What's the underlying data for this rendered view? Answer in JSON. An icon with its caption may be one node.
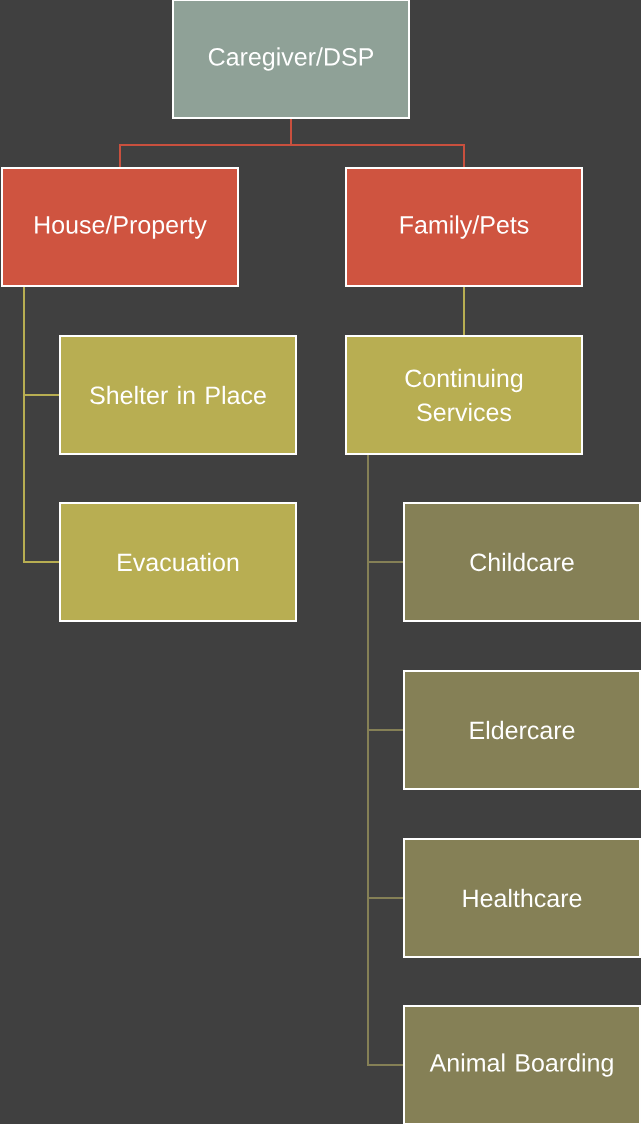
{
  "diagram": {
    "nodes": [
      {
        "text": [
          "Caregiver/DSP"
        ]
      },
      {
        "text": [
          "House/Property"
        ]
      },
      {
        "text": [
          "Family/Pets"
        ]
      },
      {
        "text": [
          "Shelter in Place"
        ]
      },
      {
        "text": [
          "Evacuation"
        ]
      },
      {
        "text": [
          "Continuing Services"
        ]
      },
      {
        "text": [
          "Childcare"
        ]
      },
      {
        "text": [
          "Eldercare"
        ]
      },
      {
        "text": [
          "Healthcare"
        ]
      },
      {
        "text": [
          "Animal Boarding"
        ]
      }
    ],
    "edges": [
      {
        "from": 0,
        "to": 1,
        "arrow": "none",
        "color": "#c9503e"
      },
      {
        "from": 0,
        "to": 2,
        "arrow": "none",
        "color": "#c9503e"
      },
      {
        "from": 1,
        "to": 3,
        "arrow": "none",
        "color": "#b8ae52"
      },
      {
        "from": 1,
        "to": 4,
        "arrow": "none",
        "color": "#b8ae52"
      },
      {
        "from": 2,
        "to": 5,
        "arrow": "none",
        "color": "#b8ae52"
      },
      {
        "from": 5,
        "to": 6,
        "arrow": "none"
      },
      {
        "from": 5,
        "to": 7,
        "arrow": "none"
      },
      {
        "from": 5,
        "to": 8,
        "arrow": "none"
      },
      {
        "from": 5,
        "to": 9,
        "arrow": "none"
      }
    ]
  }
}
